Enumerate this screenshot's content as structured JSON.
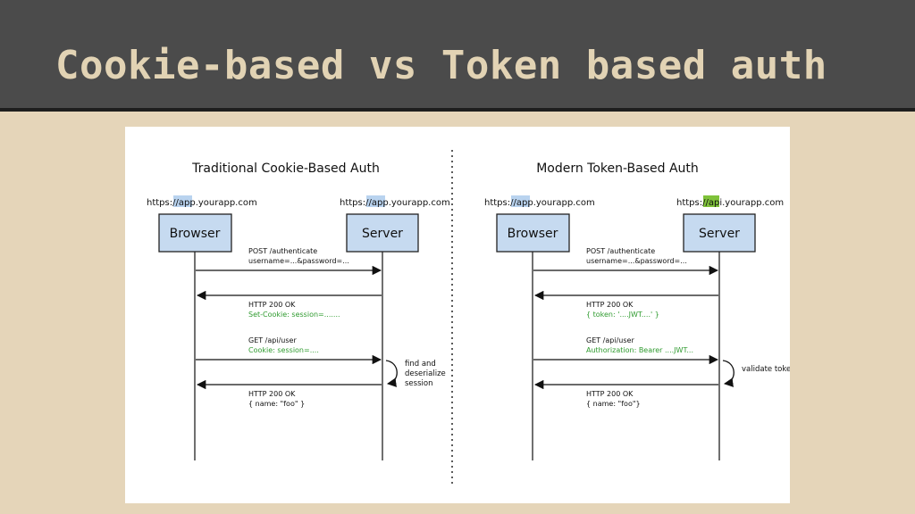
{
  "slide": {
    "title": "Cookie-based vs Token based auth"
  },
  "colors": {
    "header_bg": "#4b4b4b",
    "title_text": "#e2d3b4",
    "slide_bg": "#e5d5b9",
    "actor_fill": "#c6daf0",
    "subdomain_highlight_blue": "#b9d3ef",
    "subdomain_highlight_green": "#7fc23a",
    "message_green": "#2f9b2f"
  },
  "diagram": {
    "left": {
      "title": "Traditional Cookie-Based Auth",
      "browser_url": {
        "prefix": "https://",
        "sub": "app",
        "suffix": ".yourapp.com"
      },
      "server_url": {
        "prefix": "https://",
        "sub": "app",
        "suffix": ".yourapp.com"
      },
      "browser_label": "Browser",
      "server_label": "Server",
      "messages": [
        {
          "line1": "POST /authenticate",
          "line2": "username=...&password=..."
        },
        {
          "line1": "HTTP 200 OK",
          "line2": "Set-Cookie: session=......."
        },
        {
          "line1": "GET /api/user",
          "line2": "Cookie: session=...."
        },
        {
          "line1": "HTTP 200 OK",
          "line2": "{  name: \"foo\" }"
        }
      ],
      "server_note": [
        "find and",
        "deserialize",
        "session"
      ]
    },
    "right": {
      "title": "Modern Token-Based Auth",
      "browser_url": {
        "prefix": "https://",
        "sub": "app",
        "suffix": ".yourapp.com"
      },
      "server_url": {
        "prefix": "https://",
        "sub": "api",
        "suffix": ".yourapp.com"
      },
      "browser_label": "Browser",
      "server_label": "Server",
      "messages": [
        {
          "line1": "POST /authenticate",
          "line2": "username=...&password=..."
        },
        {
          "line1": "HTTP 200 OK",
          "line2": "{ token: '....JWT....' }"
        },
        {
          "line1": "GET /api/user",
          "line2": "Authorization: Bearer ....JWT..."
        },
        {
          "line1": "HTTP 200 OK",
          "line2": "{ name: \"foo\"}"
        }
      ],
      "server_note": [
        "validate token"
      ]
    }
  }
}
